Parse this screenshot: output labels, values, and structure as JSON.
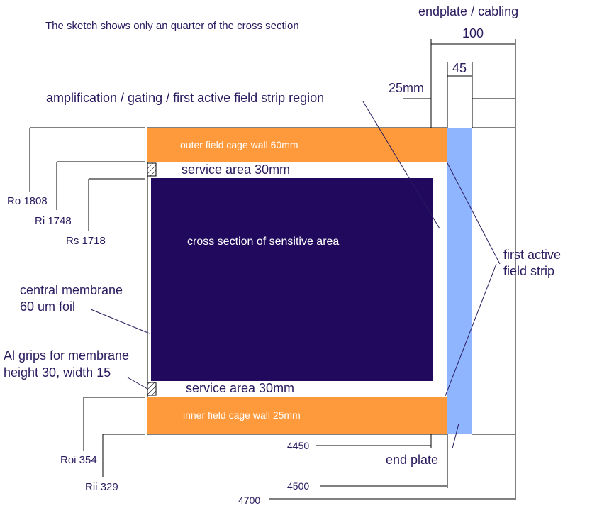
{
  "note": "The sketch shows only an quarter of the cross section",
  "header": {
    "endplate_cabling": "endplate / cabling"
  },
  "dimensions": {
    "d100": "100",
    "d45": "45",
    "d25mm": "25mm",
    "d4450": "4450",
    "d4500": "4500",
    "d4700": "4700"
  },
  "labels": {
    "amplification": "amplification / gating / first active field strip region",
    "outer_wall": "outer field cage wall 60mm",
    "service_top": "service area 30mm",
    "service_bottom": "service area 30mm",
    "sensitive": "cross section of sensitive area",
    "inner_wall": "inner field cage wall 25mm",
    "first_active_1": "first active",
    "first_active_2": "field strip",
    "central_membrane_1": "central membrane",
    "central_membrane_2": "60 um foil",
    "al_grips_1": "Al grips for membrane",
    "al_grips_2": "height 30, width 15",
    "end_plate": "end plate"
  },
  "radii": {
    "ro": "Ro 1808",
    "ri": "Ri 1748",
    "rs": "Rs 1718",
    "roi": "Roi 354",
    "rii": "Rii 329"
  },
  "colors": {
    "wall": "#ff9a3c",
    "sensitive": "#21095e",
    "endplate": "#8fb5ff",
    "text": "#2a1a5e"
  }
}
